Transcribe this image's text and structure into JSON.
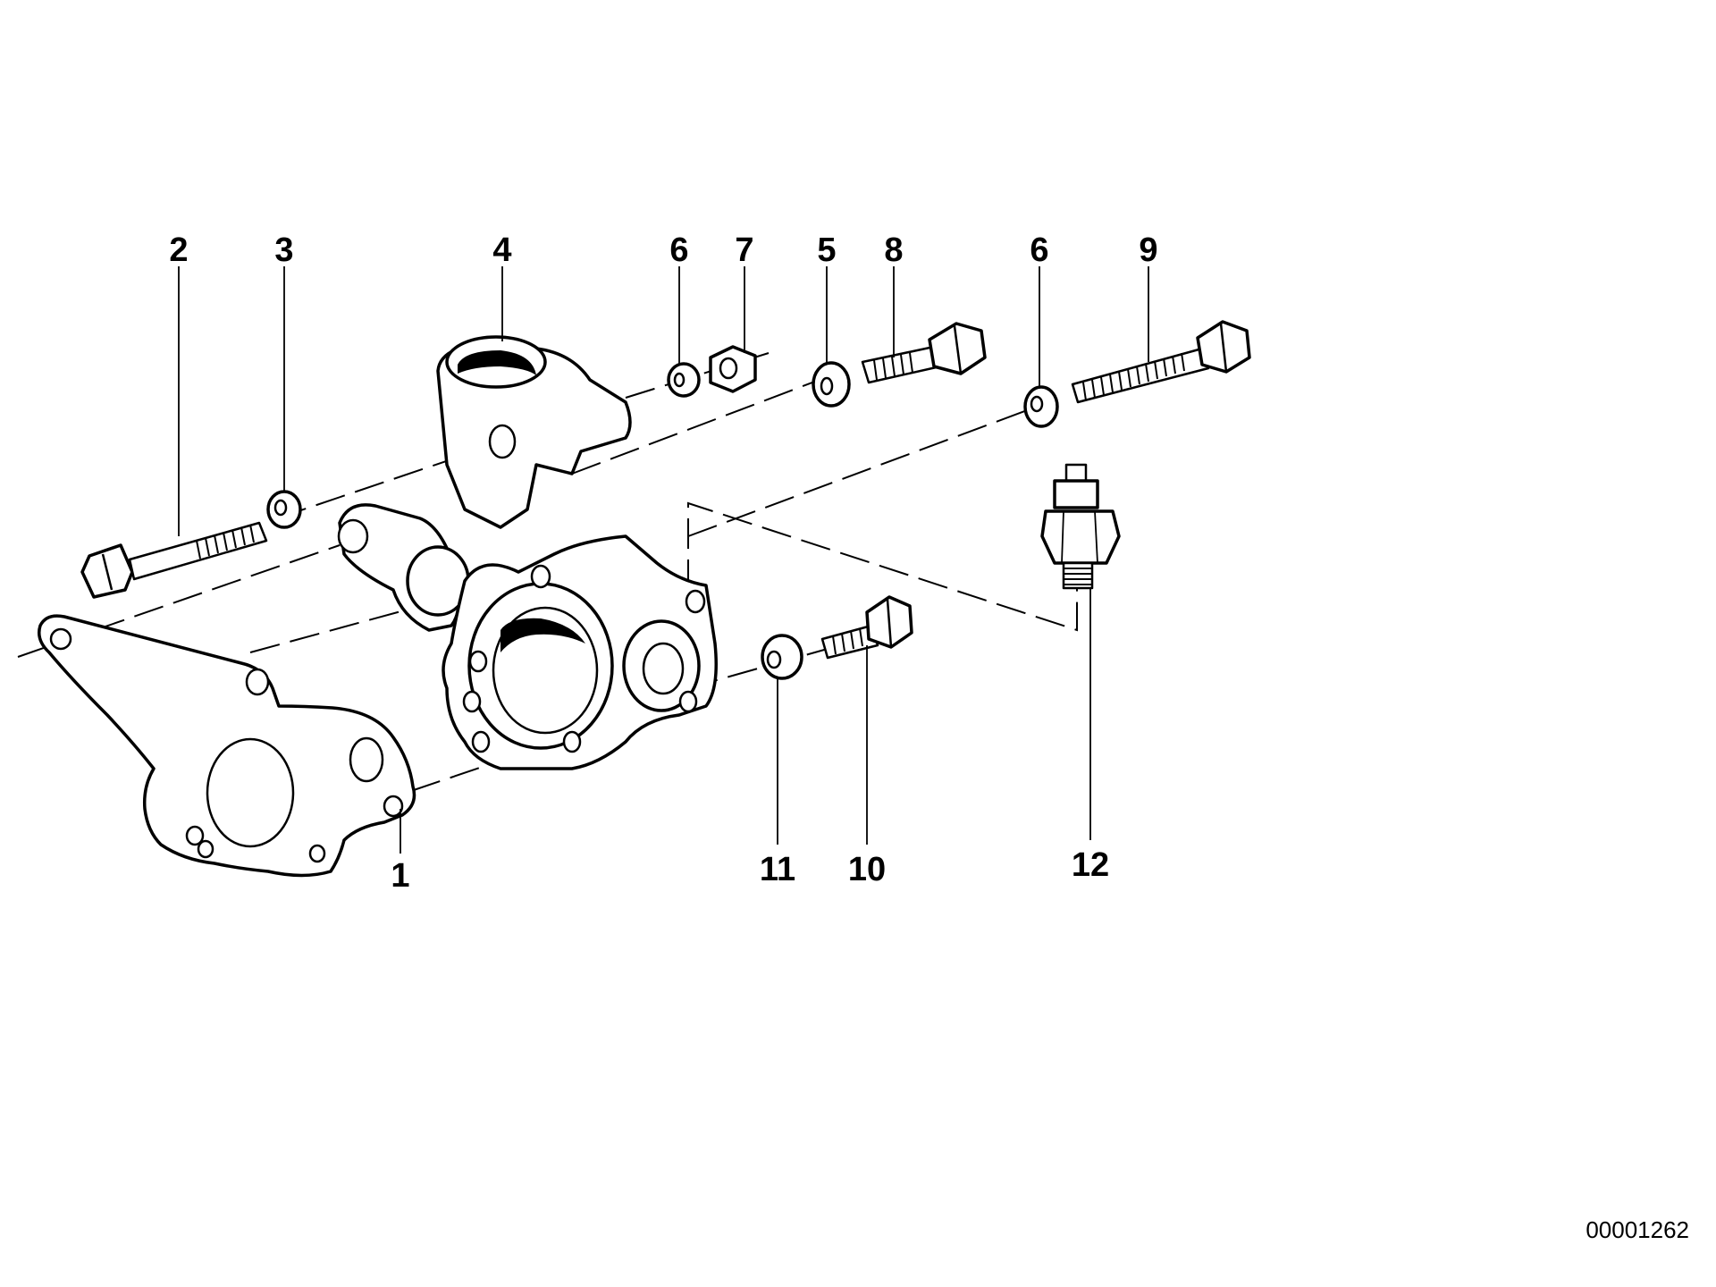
{
  "diagram": {
    "callouts": [
      {
        "id": "1",
        "label": "1"
      },
      {
        "id": "2",
        "label": "2"
      },
      {
        "id": "3",
        "label": "3"
      },
      {
        "id": "4",
        "label": "4"
      },
      {
        "id": "6a",
        "label": "6"
      },
      {
        "id": "7",
        "label": "7"
      },
      {
        "id": "5",
        "label": "5"
      },
      {
        "id": "8",
        "label": "8"
      },
      {
        "id": "6b",
        "label": "6"
      },
      {
        "id": "9",
        "label": "9"
      },
      {
        "id": "11",
        "label": "11"
      },
      {
        "id": "10",
        "label": "10"
      },
      {
        "id": "12",
        "label": "12"
      }
    ],
    "document_id": "00001262"
  }
}
